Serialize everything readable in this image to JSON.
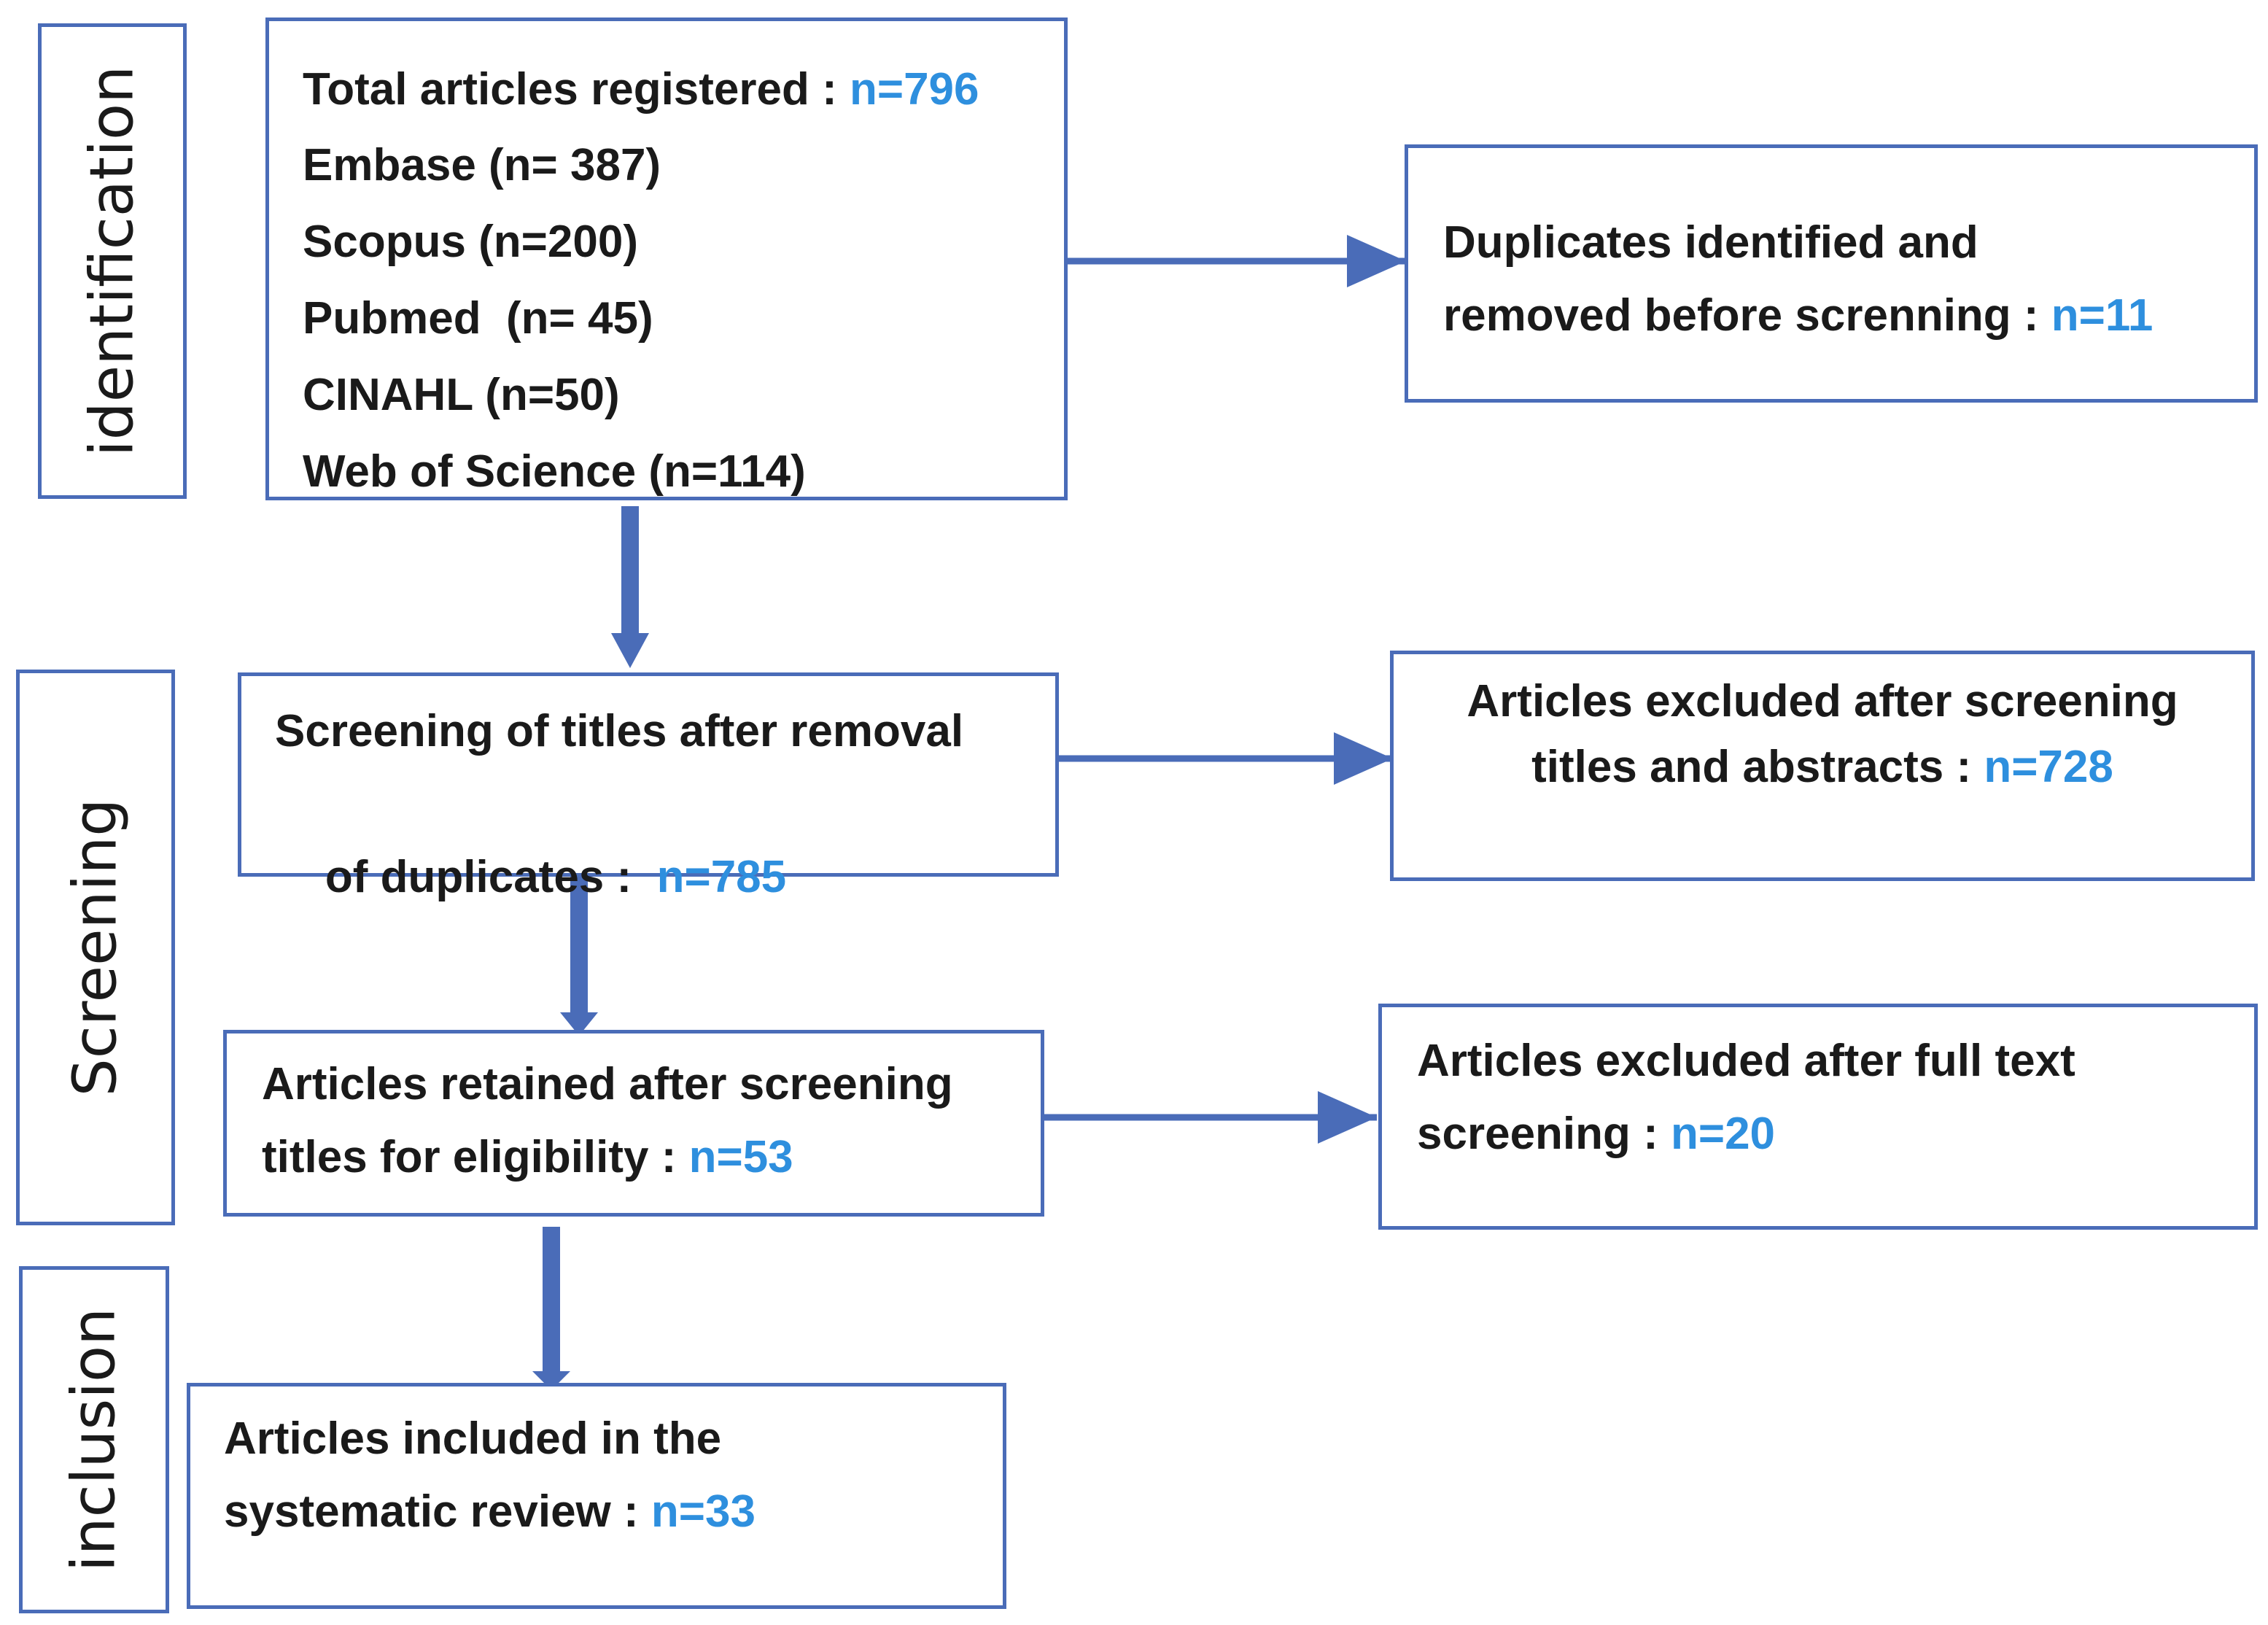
{
  "phases": {
    "identification": "identification",
    "screening": "Screening",
    "inclusion": "inclusion"
  },
  "records": {
    "total_label": "Total articles registered : ",
    "total_count": "n=796",
    "sources": [
      "Embase (n= 387)",
      "Scopus (n=200)",
      "Pubmed  (n= 45)",
      "CINAHL (n=50)",
      "Web of Science (n=114)"
    ]
  },
  "duplicates": {
    "line1": "Duplicates identified and",
    "line2": "removed before screnning : ",
    "count": "n=11"
  },
  "screening": {
    "line1": "Screening of titles after removal",
    "line2": "of duplicates :  ",
    "count": "n=785"
  },
  "excluded_abstracts": {
    "line1": "Articles excluded after screening",
    "line2": "titles and abstracts : ",
    "count": "n=728"
  },
  "retained": {
    "line1": "Articles retained after screening",
    "line2": "titles for eligibility : ",
    "count": "n=53"
  },
  "excluded_fulltext": {
    "line1": "Articles excluded after full text",
    "line2": "screening : ",
    "count": "n=20"
  },
  "included": {
    "line1": "Articles included in the",
    "line2": "systematic review : ",
    "count": "n=33"
  },
  "colors": {
    "border": "#4a6cb8",
    "arrow": "#4a6cb8",
    "count_text": "#2e8fde",
    "text": "#1a1a1a"
  }
}
